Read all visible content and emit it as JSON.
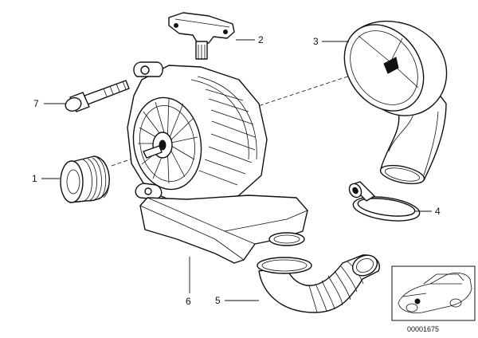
{
  "callouts": [
    {
      "id": "1",
      "label": "1"
    },
    {
      "id": "2",
      "label": "2"
    },
    {
      "id": "3",
      "label": "3"
    },
    {
      "id": "4",
      "label": "4"
    },
    {
      "id": "5",
      "label": "5"
    },
    {
      "id": "6",
      "label": "6"
    },
    {
      "id": "7",
      "label": "7"
    }
  ],
  "reference_number": "00001675"
}
